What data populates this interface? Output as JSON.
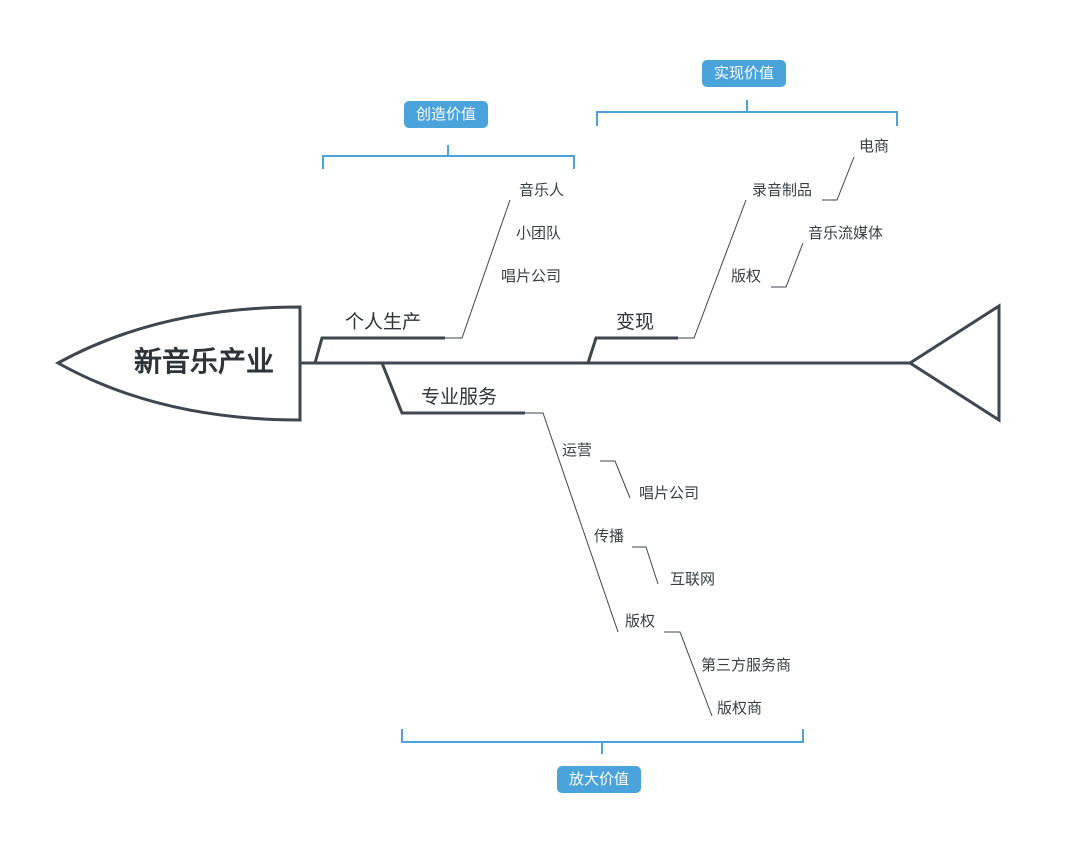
{
  "head": "新音乐产业",
  "branches": {
    "production": "个人生产",
    "monetize": "变现",
    "services": "专业服务"
  },
  "production_items": [
    "音乐人",
    "小团队",
    "唱片公司"
  ],
  "monetize_items": {
    "recording": "录音制品",
    "ecommerce": "电商",
    "copyright": "版权",
    "streaming": "音乐流媒体"
  },
  "services_items": {
    "operation": "运营",
    "operation_sub": "唱片公司",
    "spread": "传播",
    "spread_sub": "互联网",
    "copyright": "版权",
    "copyright_sub": [
      "第三方服务商",
      "版权商"
    ]
  },
  "value_tags": {
    "create": "创造价值",
    "realize": "实现价值",
    "amplify": "放大价值"
  },
  "colors": {
    "spine": "#3e4650",
    "bracket": "#4aa3db",
    "tag_bg": "#4aa3db"
  }
}
